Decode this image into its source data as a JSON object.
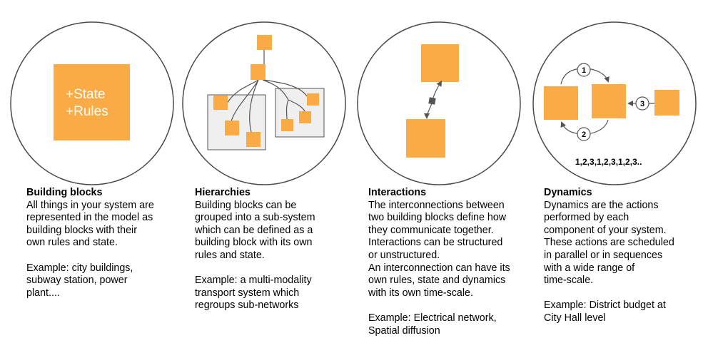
{
  "colors": {
    "block": "#FAAB45",
    "circle_stroke": "#4A4A4A",
    "group_fill": "#EFEFEF",
    "group_stroke": "#555555",
    "connector": "#555555",
    "text": "#000000",
    "block_text": "#FFFFFF"
  },
  "diagram": {
    "building_block_label_1": "+State",
    "building_block_label_2": "+Rules",
    "step_1": "1",
    "step_2": "2",
    "step_3": "3",
    "sequence": "1,2,3,1,2,3,1,2,3.."
  },
  "columns": [
    {
      "title": "Building blocks",
      "body": [
        "All things in your system are",
        "represented in the model as",
        "building blocks with their",
        "own rules and state.",
        "",
        "Example: city buildings,",
        "subway station, power",
        "plant...."
      ]
    },
    {
      "title": "Hierarchies",
      "body": [
        "Building blocks can be",
        "grouped into a sub-system",
        "which can be defined as a",
        "building block with its own",
        "rules and state.",
        "",
        "Example: a multi-modality",
        "transport system which",
        "regroups sub-networks"
      ]
    },
    {
      "title": "Interactions",
      "body": [
        "The interconnections between",
        "two building blocks define how",
        "they communicate together.",
        "Interactions can be structured",
        "or unstructured.",
        "An interconnection can have its",
        "own rules, state and dynamics",
        "with its own time-scale.",
        "",
        "Example: Electrical network,",
        "Spatial diffusion"
      ]
    },
    {
      "title": "Dynamics",
      "body": [
        "Dynamics are the actions",
        "performed by each",
        "component of your system.",
        "These actions are scheduled",
        "in parallel or in sequences",
        "with a wide range of",
        "time-scale.",
        "",
        "Example: District budget at",
        "City Hall level"
      ]
    }
  ]
}
